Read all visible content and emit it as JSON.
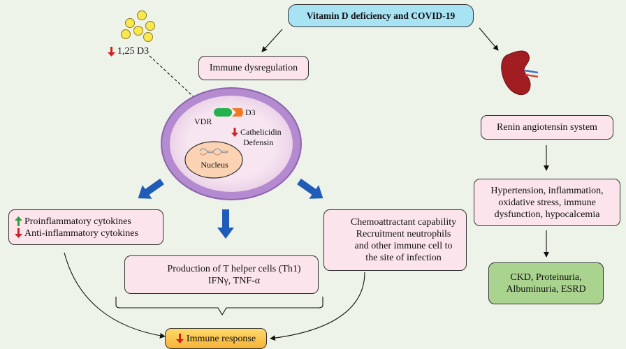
{
  "title": "Vitamin D deficiency and COVID-19",
  "d3_label": "1,25 D3",
  "immune_dysregulation": "Immune dysregulation",
  "cell": {
    "vdr": "VDR",
    "d3": "D3",
    "cathelicidin": "Cathelicidin",
    "defensin": "Defensin",
    "nucleus": "Nucleus"
  },
  "left_box": {
    "line1": "Proinflammatory cytokines",
    "line2": "Anti-inflammatory cytokines"
  },
  "center_box": {
    "line1": "Production of T helper cells (Th1)",
    "line2": "IFNγ, TNF-α"
  },
  "right_box": {
    "line1": "Chemoattractant capability",
    "line2": "Recruitment neutrophils",
    "line3": "and other immune cell to",
    "line4": "the site of infection"
  },
  "immune_response": "Immune response",
  "renin": "Renin angiotensin system",
  "effects": {
    "line1": "Hypertension, inflammation,",
    "line2": "oxidative stress, immune",
    "line3": "dysfunction, hypocalcemia"
  },
  "outcome": {
    "line1": "CKD, Proteinuria,",
    "line2": "Albuminuria, ESRD"
  },
  "colors": {
    "box_pink": "#fbe4ec",
    "title_blue": "#a8e3f4",
    "outcome_green": "#a9d38e",
    "response_orange": "#f5b338",
    "cell_purple": "#b48ad0",
    "big_arrow_blue": "#1f5cb8",
    "down_arrow_red": "#d21f1f",
    "up_arrow_green": "#2e9e3a"
  }
}
